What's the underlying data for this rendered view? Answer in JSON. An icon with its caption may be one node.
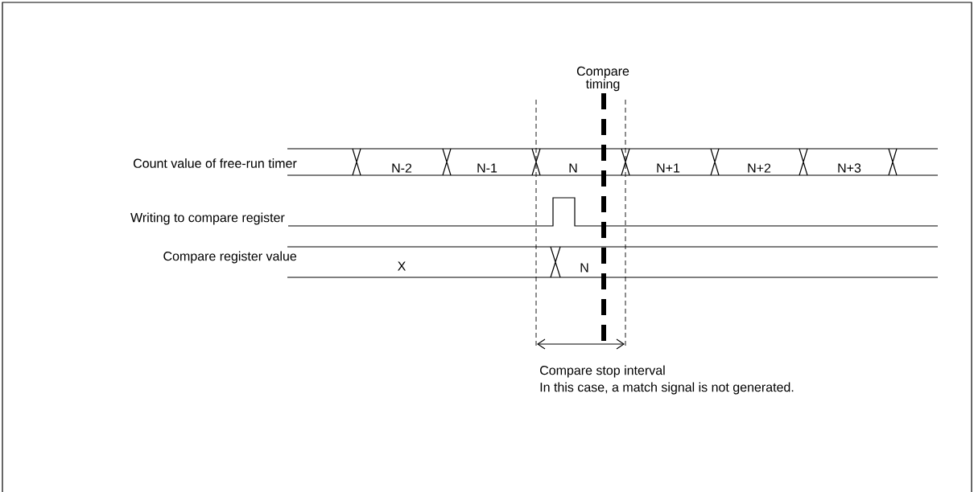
{
  "diagram": {
    "labels": [
      "Compare timing",
      "Count value of free-run timer",
      "N-2",
      "N-1",
      "N",
      "N+1",
      "N+2",
      "N+3",
      "Writing to compare register",
      "Compare register value",
      "X",
      "N",
      "Compare stop interval",
      "In this case, a match signal is not generated."
    ]
  }
}
